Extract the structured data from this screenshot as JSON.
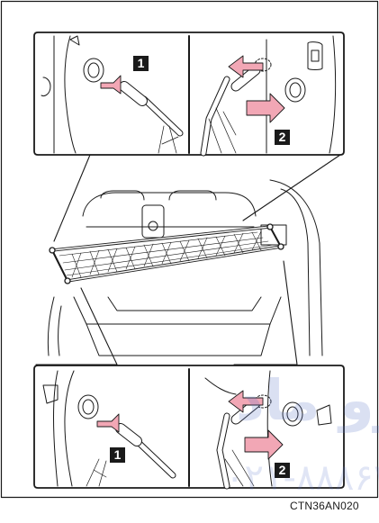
{
  "figure": {
    "code": "CTN36AN020",
    "watermark": "رو ماد",
    "watermark_digits": "۰۲۱-۸۸۸۶۲"
  },
  "panels": {
    "top_left": {
      "step": "1",
      "arrow_color": "#f2a7b5"
    },
    "top_right": {
      "step": "2",
      "arrow_color": "#f2a7b5"
    },
    "bottom_left": {
      "step": "1",
      "arrow_color": "#f2a7b5"
    },
    "bottom_right": {
      "step": "2",
      "arrow_color": "#f2a7b5"
    }
  },
  "colors": {
    "line": "#1a1a1a",
    "arrow": "#f2a7b5",
    "watermark": "#5b74c9"
  }
}
